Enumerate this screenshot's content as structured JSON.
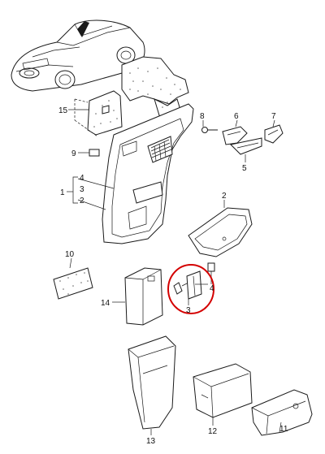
{
  "diagram": {
    "callouts": {
      "c15": "15",
      "c8": "8",
      "c6": "6",
      "c7": "7",
      "c9": "9",
      "c5": "5",
      "c1": "1",
      "c1_4": "4",
      "c1_3": "3",
      "c1_2": "2",
      "c2": "2",
      "c10": "10",
      "c4": "4",
      "c14": "14",
      "c3": "3",
      "c12": "12",
      "c13": "13",
      "c11": "11"
    },
    "highlight_color": "#d40000",
    "line_color": "#1a1a1a"
  }
}
